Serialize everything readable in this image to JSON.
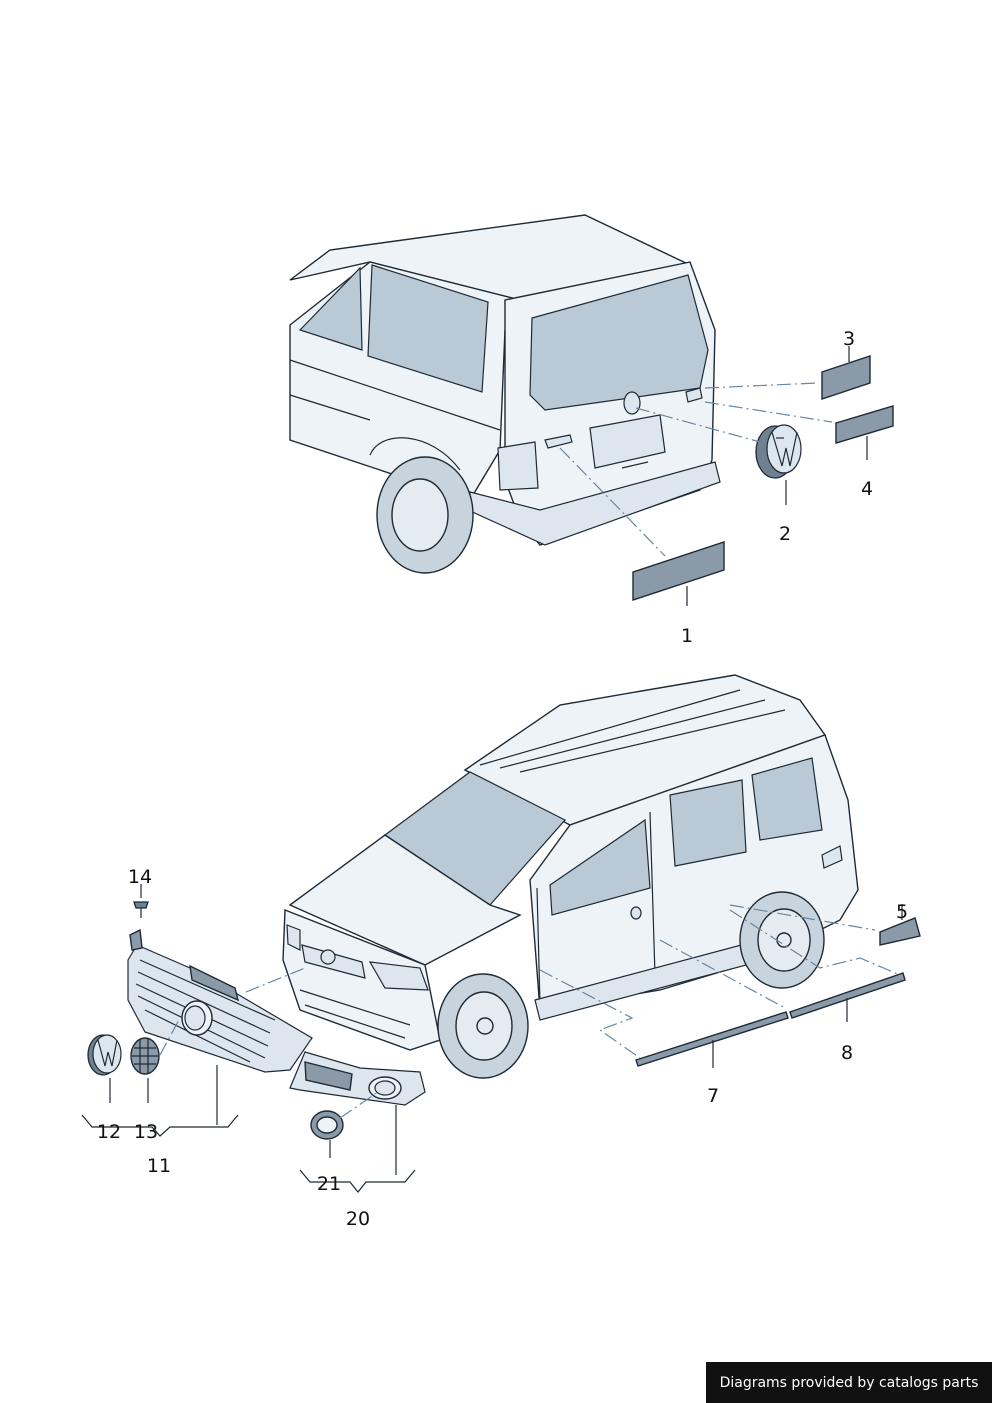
{
  "callouts": {
    "p1": "1",
    "p2": "2",
    "p3": "3",
    "p4": "4",
    "p5": "5",
    "p7": "7",
    "p8": "8",
    "p11": "11",
    "p12": "12",
    "p13": "13",
    "p14": "14",
    "p20": "20",
    "p21": "21"
  },
  "credit": "Diagrams provided by catalogs parts",
  "colors": {
    "part": "#8a9aa8",
    "body": "#eef3f7",
    "glass": "#b9c9d6",
    "credit_bg": "#111111"
  }
}
